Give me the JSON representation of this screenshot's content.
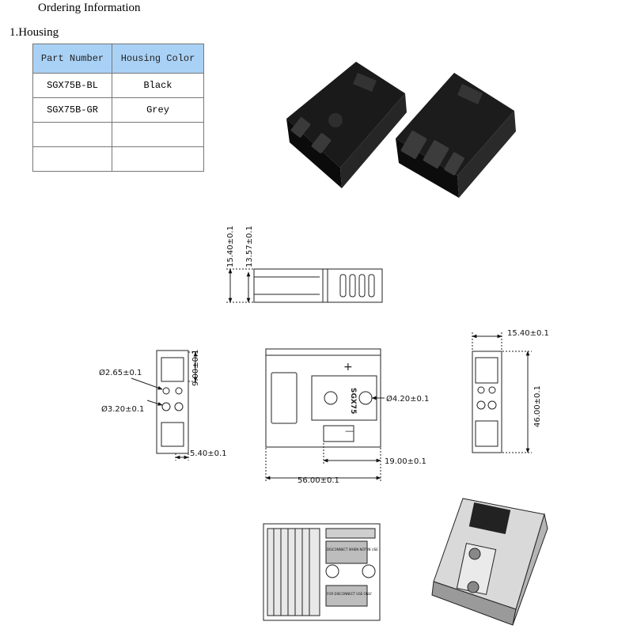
{
  "document": {
    "title": "Ordering Information",
    "section": "1.Housing"
  },
  "housing_table": {
    "headers": [
      "Part Number",
      "Housing Color"
    ],
    "rows": [
      [
        "SGX75B-BL",
        "Black"
      ],
      [
        "SGX75B-GR",
        "Grey"
      ],
      [
        "",
        ""
      ],
      [
        "",
        ""
      ]
    ]
  },
  "dimensions": {
    "side_height_outer": "15.40±0.1",
    "side_height_inner": "13.57±0.1",
    "front_hole_small": "Ø2.65±0.1",
    "front_hole_large": "Ø3.20±0.1",
    "front_slot_height": "9.00±0.1",
    "front_base_width": "5.40±0.1",
    "top_hole": "Ø4.20±0.1",
    "top_offset": "19.00±0.1",
    "top_length": "56.00±0.1",
    "end_thickness": "15.40±0.1",
    "end_width": "46.00±0.1"
  },
  "markings": {
    "model": "SGX75",
    "plus": "+",
    "minus": "—",
    "label_warning": "DISCONNECT WHEN NOT IN USE",
    "label_disconnect": "FOR DISCONNECT USE ONLY"
  }
}
